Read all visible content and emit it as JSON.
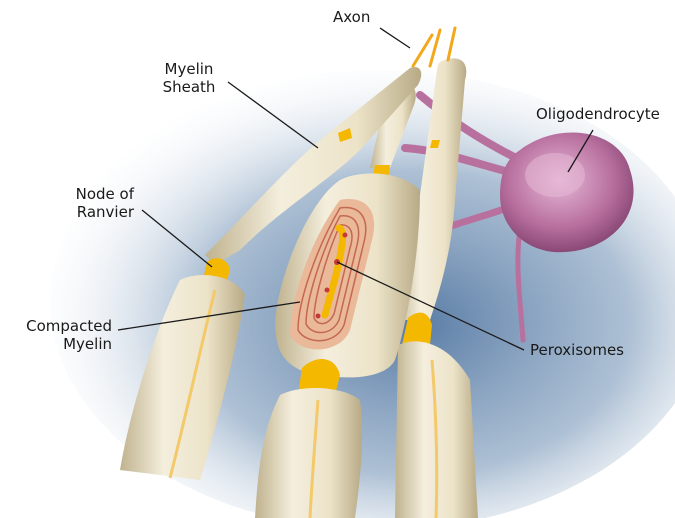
{
  "labels": {
    "axon": "Axon",
    "myelin_sheath_1": "Myelin",
    "myelin_sheath_2": "Sheath",
    "oligodendrocyte": "Oligodendrocyte",
    "node_of_ranvier_1": "Node of",
    "node_of_ranvier_2": "Ranvier",
    "compacted_myelin_1": "Compacted",
    "compacted_myelin_2": "Myelin",
    "peroxisomes": "Peroxisomes"
  },
  "colors": {
    "background_glow": "#6f8fb0",
    "myelin": "#ece4cf",
    "myelin_shade": "#c9bd9c",
    "node": "#f5b800",
    "axon_core": "#f3a81c",
    "oligodendrocyte": "#b36a9c",
    "compacted_layers": "#d98c7a",
    "leader_line": "#1a1a1a"
  }
}
